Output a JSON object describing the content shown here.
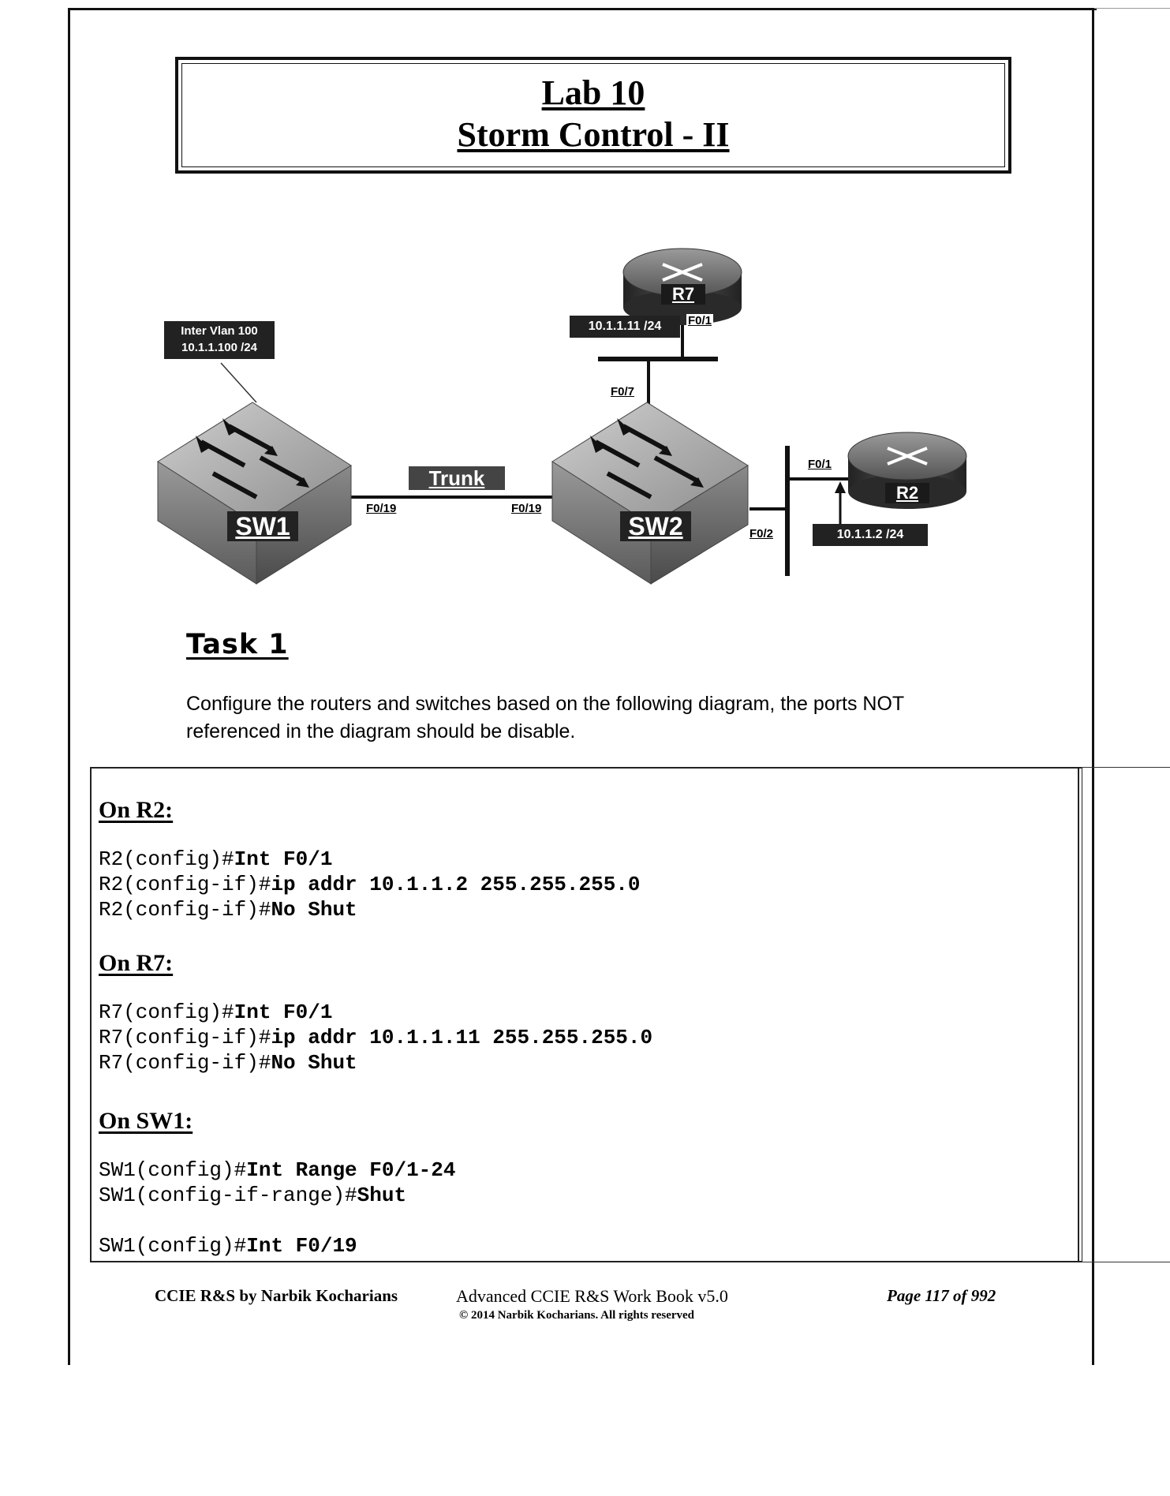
{
  "title": {
    "line1": "Lab 10",
    "line2": "Storm Control - II"
  },
  "diagram": {
    "devices": {
      "sw1": "SW1",
      "sw2": "SW2",
      "r7": "R7",
      "r2": "R2"
    },
    "labels": {
      "inter_vlan_line1": "Inter Vlan 100",
      "inter_vlan_line2": "10.1.1.100 /24",
      "trunk": "Trunk",
      "sw1_port": "F0/19",
      "sw2_port_trunk": "F0/19",
      "sw2_port_r7": "F0/7",
      "sw2_port_r2": "F0/2",
      "r7_port": "F0/1",
      "r7_ip": "10.1.1.11 /24",
      "r2_port": "F0/1",
      "r2_ip": "10.1.1.2 /24"
    }
  },
  "task": {
    "heading": "Task 1",
    "text": "Configure the routers and switches based on the following diagram, the ports NOT referenced in the diagram should be disable."
  },
  "sections": [
    {
      "heading": "On R2:",
      "lines": [
        {
          "prompt": "R2(config)#",
          "cmd": "Int F0/1"
        },
        {
          "prompt": "R2(config-if)#",
          "cmd": "ip addr 10.1.1.2 255.255.255.0"
        },
        {
          "prompt": "R2(config-if)#",
          "cmd": "No Shut"
        }
      ]
    },
    {
      "heading": "On R7:",
      "lines": [
        {
          "prompt": "R7(config)#",
          "cmd": "Int F0/1"
        },
        {
          "prompt": "R7(config-if)#",
          "cmd": "ip addr 10.1.1.11 255.255.255.0"
        },
        {
          "prompt": "R7(config-if)#",
          "cmd": "No Shut"
        }
      ]
    },
    {
      "heading": "On SW1:",
      "lines": [
        {
          "prompt": "SW1(config)#",
          "cmd": "Int Range F0/1-24"
        },
        {
          "prompt": "SW1(config-if-range)#",
          "cmd": "Shut"
        },
        {
          "prompt": "SW1(config)#",
          "cmd": "Int F0/19"
        }
      ]
    }
  ],
  "footer": {
    "left": "CCIE R&S by Narbik Kocharians",
    "center": "Advanced CCIE R&S Work Book v5.0",
    "copyright": "© 2014 Narbik Kocharians. All rights reserved",
    "page": "Page 117 of 992"
  }
}
